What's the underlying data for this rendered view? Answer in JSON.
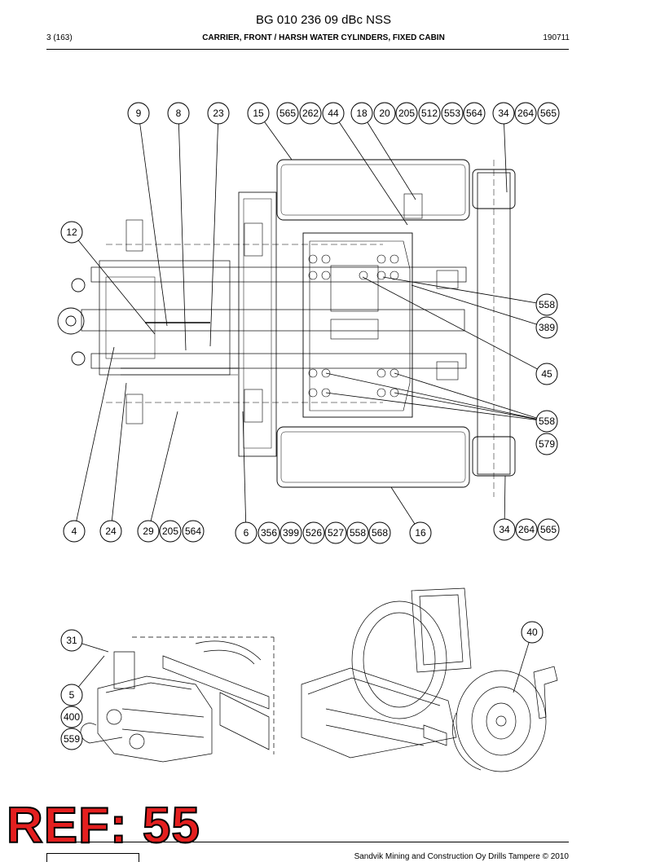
{
  "header": {
    "doc_title": "BG 010 236 09 dBc NSS",
    "page": "3 (163)",
    "section": "CARRIER, FRONT / HARSH WATER CYLINDERS, FIXED CABIN",
    "code": "190711"
  },
  "callouts": {
    "top_row": [
      "9",
      "8",
      "23",
      "15",
      "565",
      "262",
      "44",
      "18",
      "20",
      "205",
      "512",
      "553",
      "564",
      "34",
      "264",
      "565"
    ],
    "left_side": [
      "12"
    ],
    "right_side": [
      "558",
      "389",
      "45",
      "558",
      "579"
    ],
    "bottom_row": [
      "4",
      "24",
      "29",
      "205",
      "564",
      "6",
      "356",
      "399",
      "526",
      "527",
      "558",
      "568",
      "16",
      "34",
      "264",
      "565"
    ],
    "detail_left": [
      "31",
      "5",
      "400",
      "559"
    ],
    "detail_right": [
      "40"
    ]
  },
  "stamp": "REF: 55",
  "footer": {
    "copyright": "Sandvik Mining and Construction Oy Drills Tampere © 2010"
  },
  "colors": {
    "stamp_fill": "#e41f1f",
    "line": "#000000"
  }
}
